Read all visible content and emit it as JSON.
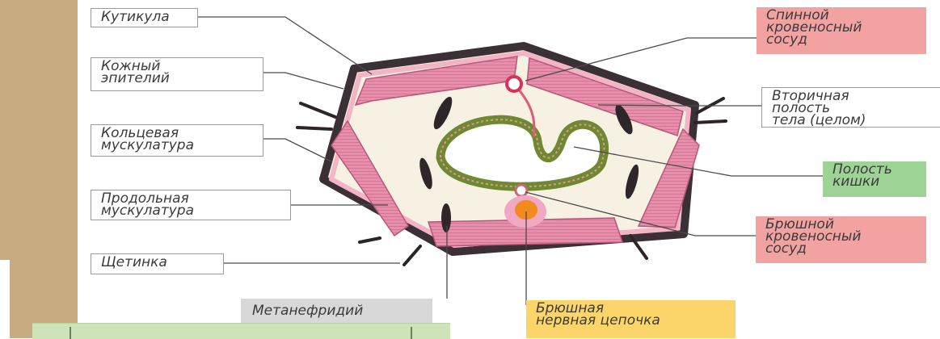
{
  "labels": {
    "cuticle": "Кутикула",
    "skin_epithelium": "Кожный\nэпителий",
    "circular_muscles": "Кольцевая\nмускулатура",
    "longitudinal_muscles": "Продольная\nмускулатура",
    "seta": "Щетинка",
    "metanephridium": "Метанефридий",
    "dorsal_vessel": "Спинной\nкровеносный\nсосуд",
    "coelom": "Вторичная\nполость\nтела (целом)",
    "gut_cavity": "Полость\nкишки",
    "ventral_vessel": "Брюшной\nкровеносный\nсосуд",
    "nerve_cord": "Брюшная\nнервная цепочка"
  },
  "colors": {
    "pink_label": "#f3a2a2",
    "green_label": "#9ed396",
    "grey_label": "#d8d8d8",
    "yellow_label": "#fbd56a",
    "muscle": "#e48fae",
    "body_fill": "#f7f1e3",
    "cuticle": "#3a3035",
    "gut_wall": "#6f8a2e",
    "nerve_cord": "#f28a1e",
    "side_strip": "#c8ab80"
  }
}
